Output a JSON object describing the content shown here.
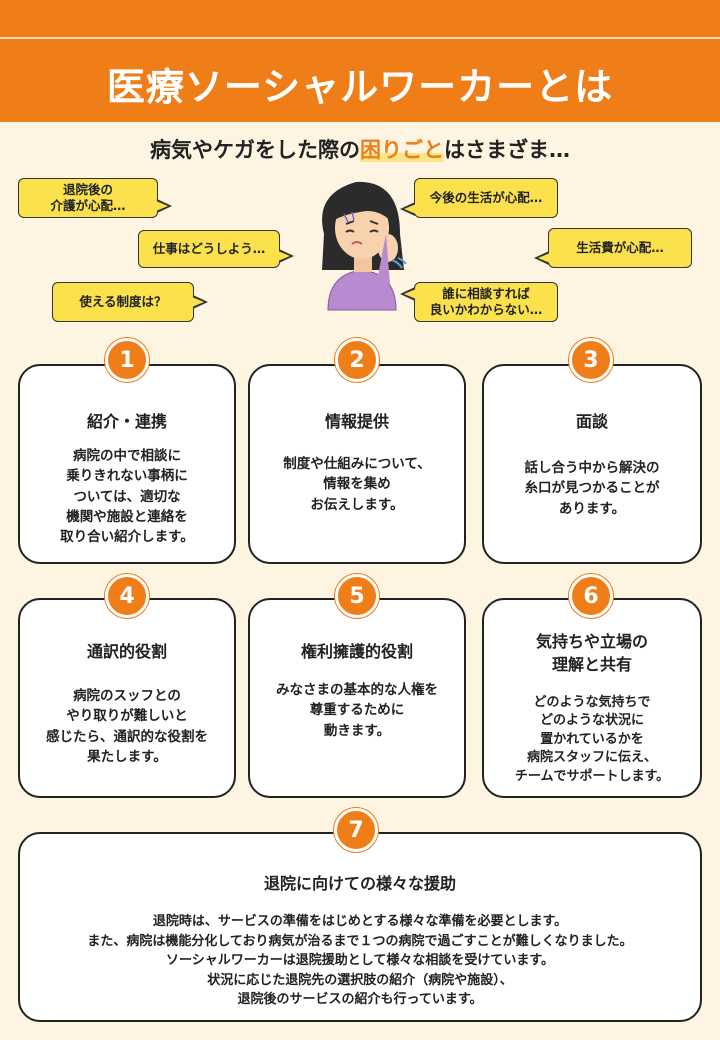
{
  "header": {
    "title": "医療ソーシャルワーカーとは"
  },
  "subtitle": {
    "before": "病気やケガをした際の",
    "highlight": "困りごと",
    "after": "はさまざま…"
  },
  "bubbles": [
    "退院後の\n介護が心配…",
    "仕事はどうしよう…",
    "使える制度は？",
    "今後の生活が心配…",
    "生活費が心配…",
    "誰に相談すれば\n良いかわからない…"
  ],
  "cards": [
    {
      "number": "1",
      "title": "紹介・連携",
      "body": "病院の中で相談に\n乗りきれない事柄に\nついては、適切な\n機関や施設と連絡を\n取り合い紹介します。"
    },
    {
      "number": "2",
      "title": "情報提供",
      "body": "制度や仕組みについて、\n情報を集め\nお伝えします。"
    },
    {
      "number": "3",
      "title": "面談",
      "body": "話し合う中から解決の\n糸口が見つかることが\nあります。"
    },
    {
      "number": "4",
      "title": "通訳的役割",
      "body": "病院のスッフとの\nやり取りが難しいと\n感じたら、通訳的な役割を\n果たします。"
    },
    {
      "number": "5",
      "title": "権利擁護的役割",
      "body": "みなさまの基本的な人権を\n尊重するために\n動きます。"
    },
    {
      "number": "6",
      "title": "気持ちや立場の\n理解と共有",
      "body": "どのような気持ちで\nどのような状況に\n置かれているかを\n病院スタッフに伝え、\nチームでサポートします。"
    },
    {
      "number": "7",
      "title": "退院に向けての様々な援助",
      "body": "退院時は、サービスの準備をはじめとする様々な準備を必要とします。\nまた、病院は機能分化しており病気が治るまで１つの病院で過ごすことが難しくなりました。\nソーシャルワーカーは退院援助として様々な相談を受けています。\n状況に応じた退院先の選択肢の紹介（病院や施設）、\n退院後のサービスの紹介も行っています。"
    }
  ],
  "colors": {
    "accent": "#ef7d18",
    "bubble": "#fbe24d",
    "background": "#fdf5e2"
  },
  "illustration": "worried-woman-icon"
}
